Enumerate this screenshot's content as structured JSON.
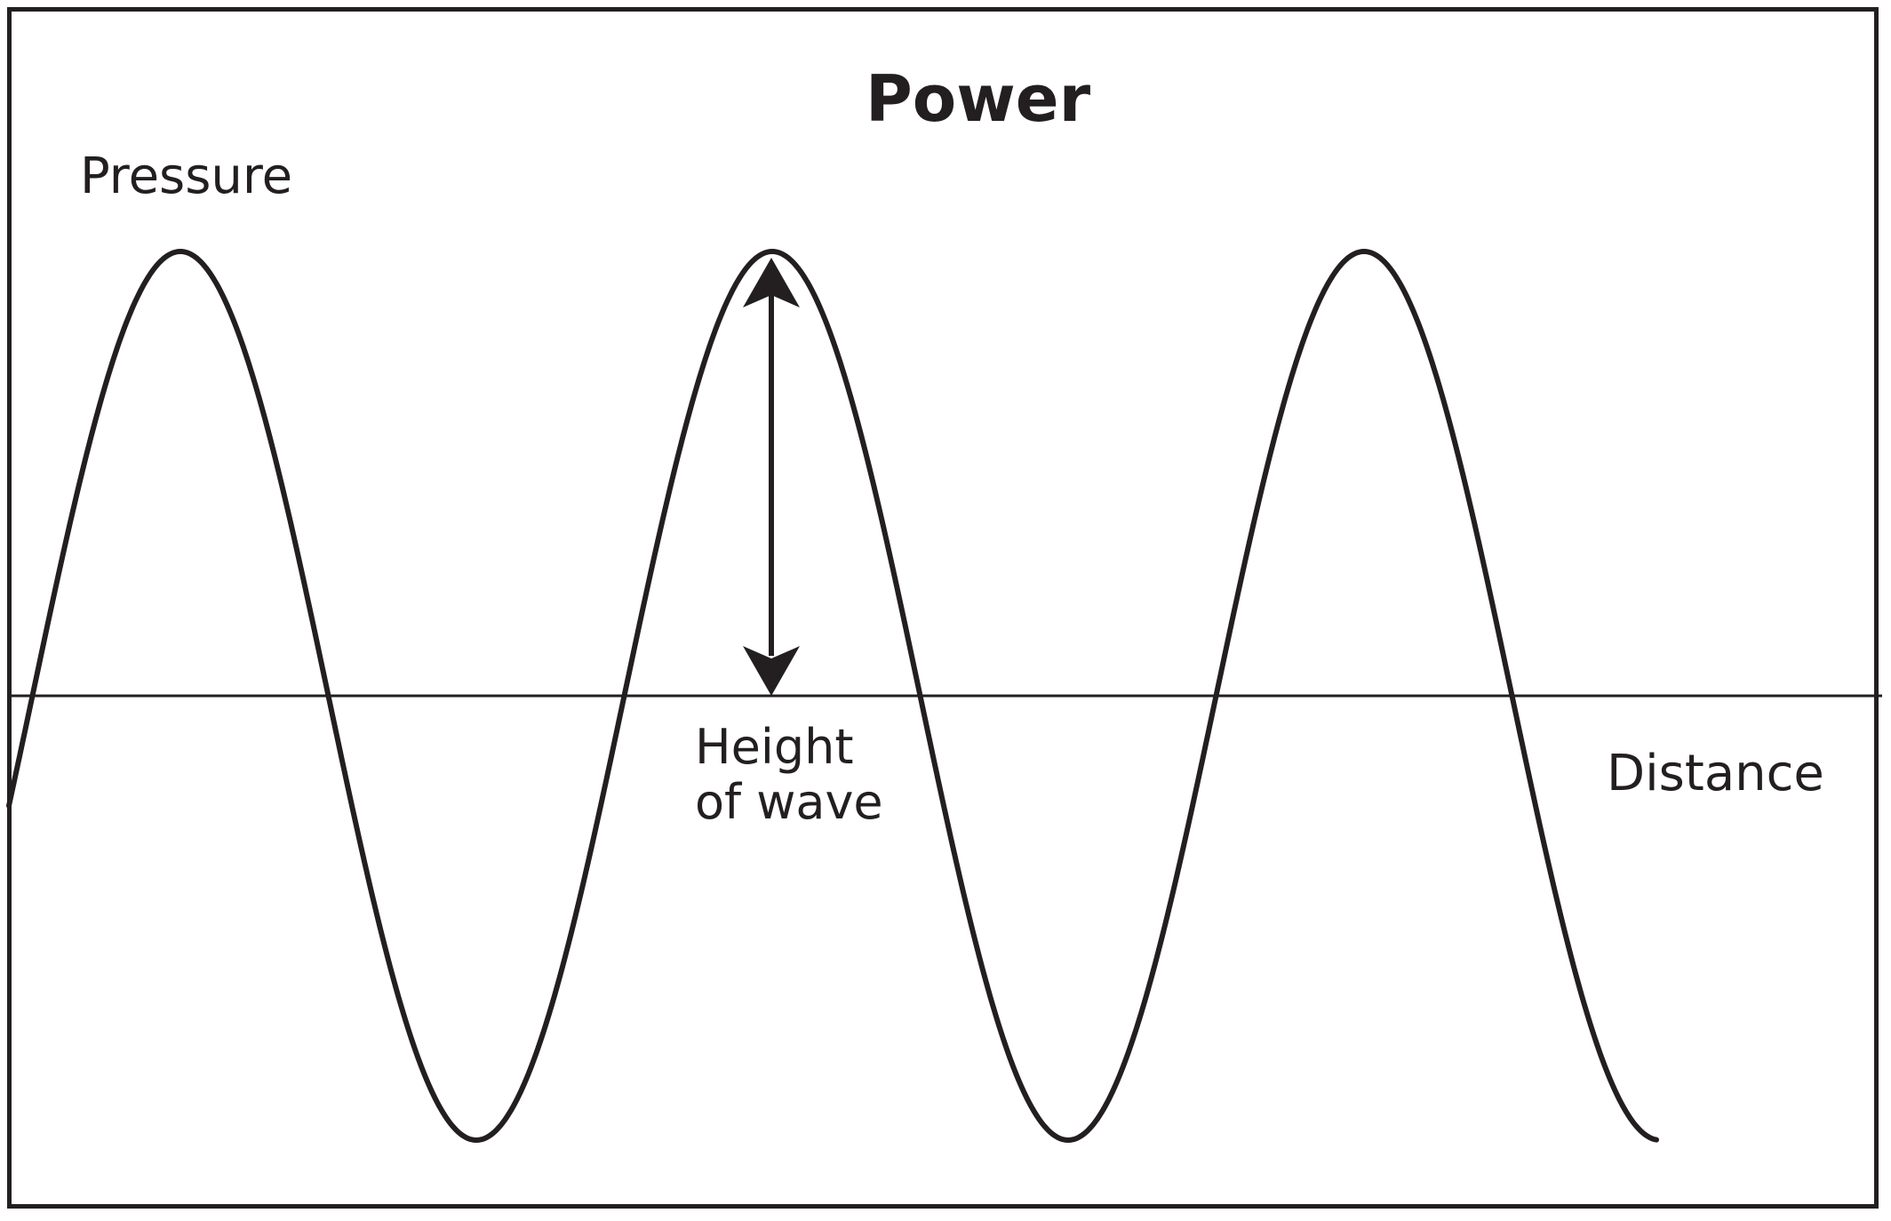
{
  "title": "Power",
  "y_axis_label": "Pressure",
  "x_axis_label": "Distance",
  "annotation": {
    "line1": "Height",
    "line2": "of wave"
  },
  "colors": {
    "ink": "#231f20",
    "background": "#ffffff"
  }
}
